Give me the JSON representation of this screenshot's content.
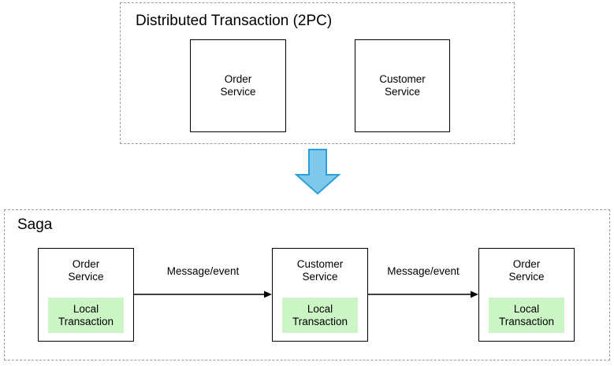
{
  "diagram": {
    "title_top": "Distributed Transaction (2PC)",
    "title_bottom": "Saga",
    "colors": {
      "group_border": "#9a9a9a",
      "box_border": "#000000",
      "box_fill": "#ffffff",
      "local_transaction_fill": "#cbf5c4",
      "flow_arrow_fill": "#7fc9ec",
      "flow_arrow_stroke": "#2b9fd9",
      "text": "#000000",
      "page_background": "#ffffff"
    }
  },
  "groups": [
    {
      "id": "distributed-transaction-2pc",
      "title": "Distributed Transaction (2PC)",
      "boxes": [
        {
          "id": "order-service",
          "label": "Order\nService"
        },
        {
          "id": "customer-service",
          "label": "Customer\nService"
        }
      ]
    },
    {
      "id": "saga",
      "title": "Saga",
      "boxes": [
        {
          "id": "order-service-1",
          "label": "Order\nService",
          "local_transaction": "Local\nTransaction"
        },
        {
          "id": "customer-service",
          "label": "Customer\nService",
          "local_transaction": "Local\nTransaction"
        },
        {
          "id": "order-service-2",
          "label": "Order\nService",
          "local_transaction": "Local\nTransaction"
        }
      ],
      "connectors": [
        {
          "id": "connector-1",
          "label": "Message/event",
          "from": "order-service-1",
          "to": "customer-service"
        },
        {
          "id": "connector-2",
          "label": "Message/event",
          "from": "customer-service",
          "to": "order-service-2"
        }
      ]
    }
  ],
  "flow_arrow": {
    "direction": "down",
    "from_group": "distributed-transaction-2pc",
    "to_group": "saga"
  }
}
